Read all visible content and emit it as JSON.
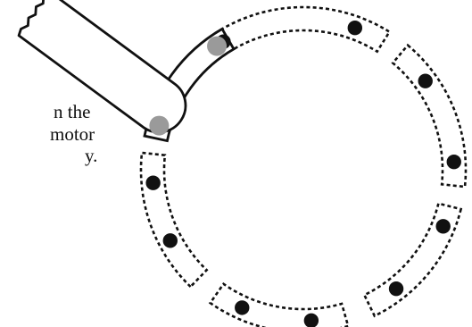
{
  "caption": {
    "lines": [
      "n the",
      "motor",
      "y."
    ]
  },
  "colors": {
    "outline": "#111111",
    "bead": "#111111",
    "active_bead": "#9a9a9a",
    "fill": "#ffffff"
  },
  "rings": {
    "dashed_segments": 5,
    "solid_segment": "active",
    "beads_per_dashed_segment": 2,
    "beads_in_active_segment": 2
  },
  "labels": {
    "pointer": "pointer-arm",
    "diagram": "ring-with-segments"
  }
}
